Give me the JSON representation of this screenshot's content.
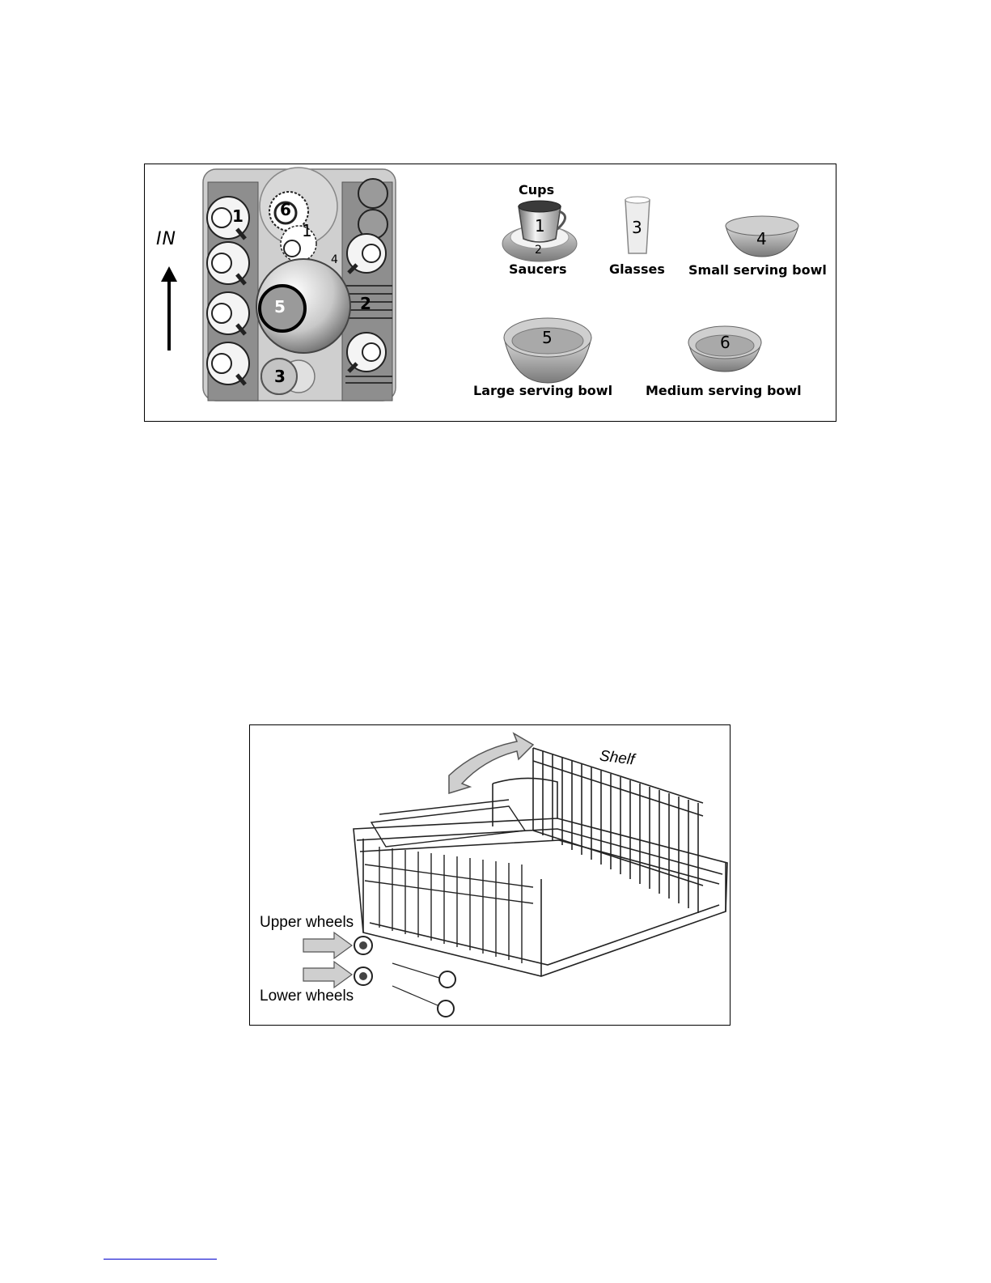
{
  "figure1": {
    "direction_label": "IN",
    "rack_numbers": [
      "1",
      "1",
      "1",
      "1",
      "1",
      "2",
      "3",
      "4",
      "5",
      "6"
    ],
    "legend": {
      "cups": "Cups",
      "cups_num": "1",
      "saucers": "Saucers",
      "saucers_num": "2",
      "glasses": "Glasses",
      "glasses_num": "3",
      "small_bowl": "Small serving bowl",
      "small_bowl_num": "4",
      "large_bowl": "Large serving bowl",
      "large_bowl_num": "5",
      "medium_bowl": "Medium serving bowl",
      "medium_bowl_num": "6"
    }
  },
  "figure2": {
    "shelf": "Shelf",
    "upper_wheels": "Upper wheels",
    "lower_wheels": "Lower wheels"
  }
}
